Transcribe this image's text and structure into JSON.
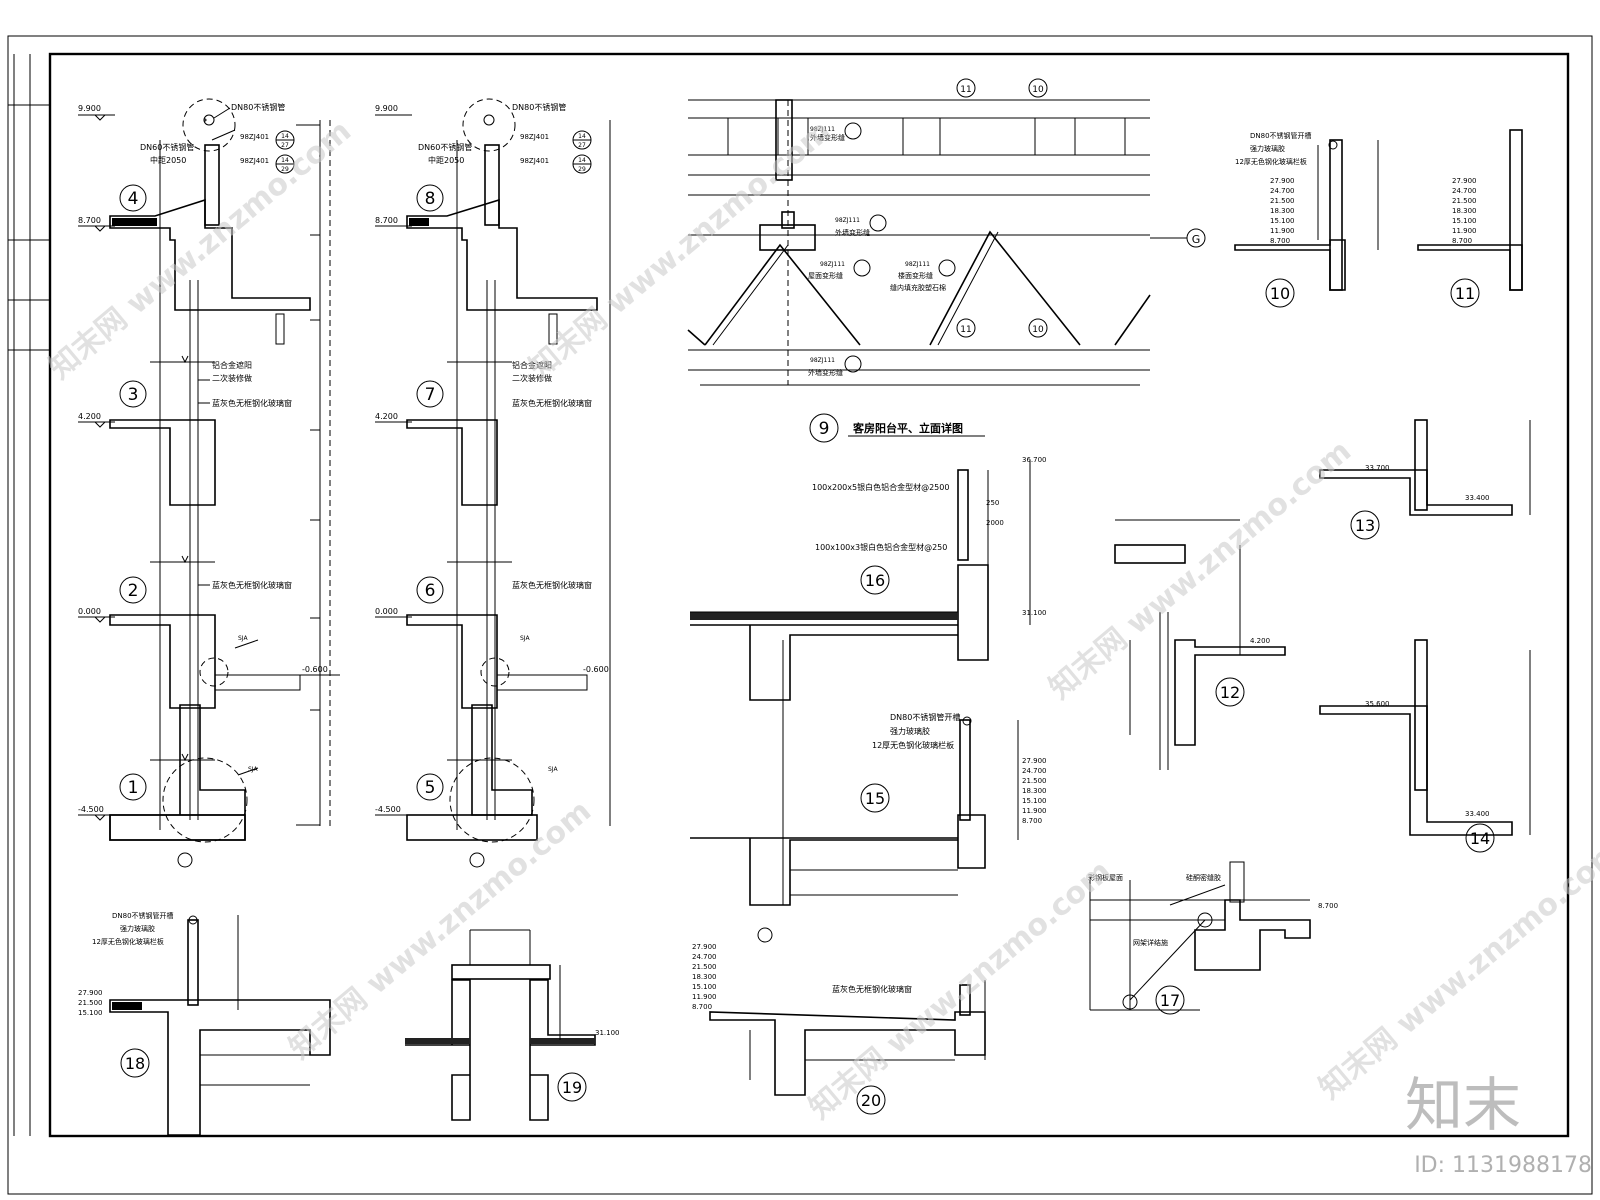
{
  "drawing": {
    "details": {
      "d4": "4",
      "d3": "3",
      "d2": "2",
      "d1": "1",
      "d8": "8",
      "d7": "7",
      "d6": "6",
      "d5": "5",
      "d9": "9",
      "d10": "10",
      "d11": "11",
      "d12": "12",
      "d13": "13",
      "d14": "14",
      "d15": "15",
      "d16": "16",
      "d17": "17",
      "d18": "18",
      "d19": "19",
      "d20": "20"
    },
    "elevations": {
      "e9900": "9.900",
      "e8700": "8.700",
      "e4200": "4.200",
      "e0000": "0.000",
      "em0600": "-0.600",
      "em4500": "-4.500",
      "e36700": "36.700",
      "e31100": "31.100",
      "e33700": "33.700",
      "e33400": "33.400",
      "e35600": "35.600",
      "e27900": "27.900",
      "e24700": "24.700",
      "e21500": "21.500",
      "e18300": "18.300",
      "e15100": "15.100",
      "e11900": "11.900"
    },
    "notes": {
      "dn80": "DN80不锈钢管",
      "dn60": "DN60不锈钢管",
      "spacing": "中距2050",
      "ref1": "98ZJ401",
      "ref1a": "14",
      "ref1b": "27",
      "ref2b": "29",
      "alum": "铝合金遮阳",
      "second": "二次装修做",
      "glass_window": "蓝灰色无框钢化玻璃窗",
      "sja": "SJA",
      "dn80_slot": "DN80不锈钢管开槽",
      "glue": "强力玻璃胶",
      "glass_rail": "12厚无色钢化玻璃栏板",
      "wall_joint": "外墙变形缝",
      "roof_joint": "屋面变形缝",
      "ext_joint": "外墙变形缝",
      "floor_joint": "楼面变形缝",
      "floor_fill": "缝内填充胶塑石棉",
      "ref_98zj111": "98ZJ111",
      "balcony_title": "客房阳台平、立面详图",
      "axis_g": "G",
      "axis_11": "11",
      "axis_10": "10",
      "alu_100x200": "100x200x5银白色铝合金型材@2500",
      "alu_100x100": "100x100x3银白色铝合金型材@250",
      "dim_2000": "2000",
      "dim_250": "250",
      "steel_roof": "彩钢板屋面",
      "silicone": "硅酮密缝胶",
      "truss": "网架详结施"
    },
    "logo": "知末",
    "id_label": "ID: 1131988178",
    "watermark": "知末网 www.znzmo.com"
  }
}
